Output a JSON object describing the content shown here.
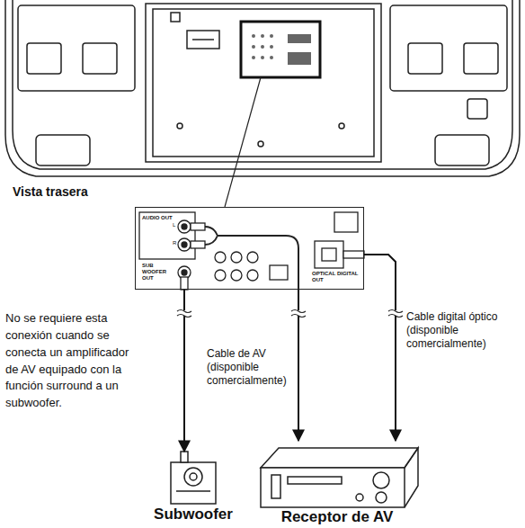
{
  "diagram": {
    "nodes": [
      {
        "text": [
          "AUDIO OUT",
          "L",
          "R",
          "SUB WOOFER OUT",
          "OPTICAL DIGITAL OUT"
        ]
      },
      {
        "text": [
          "Subwoofer"
        ]
      },
      {
        "text": [
          "Receptor de AV"
        ]
      }
    ],
    "edges": [
      {
        "from": 0,
        "to": 1,
        "arrow": "to"
      },
      {
        "from": 0,
        "to": 2,
        "arrow": "to",
        "label": "Cable de AV (disponible comercialmente)"
      },
      {
        "from": 0,
        "to": 2,
        "arrow": "to",
        "label": "Cable digital óptico (disponible comercialmente)"
      }
    ],
    "labels": [
      "Vista trasera",
      "No se requiere esta conexión cuando se conecta un amplificador de AV equipado con la función surround a un subwoofer."
    ]
  }
}
